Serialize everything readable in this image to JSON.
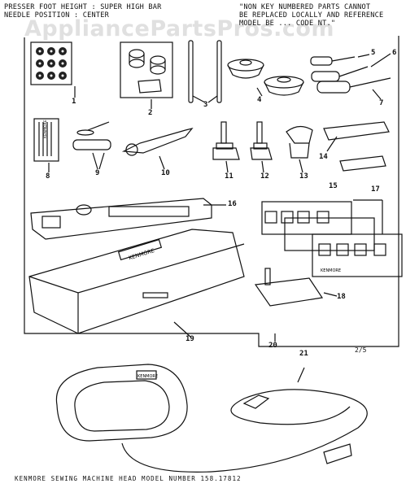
{
  "header": {
    "left_line1": "PRESSER FOOT HEIGHT : SUPER HIGH BAR",
    "left_line2": "NEEDLE POSITION : CENTER",
    "right_line1": "\"NON KEY NUMBERED PARTS CANNOT",
    "right_line2": "BE REPLACED LOCALLY AND REFERENCE",
    "right_line3": "MODEL BE    ...   CODE NT.\""
  },
  "watermark": "AppliancePartsPros.com",
  "footer": "KENMORE SEWING MACHINE HEAD  MODEL NUMBER  158.17812",
  "page_mark": "2/5",
  "product_labels": {
    "needle_pack": "KENMORE",
    "case_lid": "KENMORE",
    "attachment_cards": "KENMORE",
    "foot_control": "KENMORE"
  },
  "callouts": {
    "c1": "1",
    "c2": "2",
    "c3": "3",
    "c4": "4",
    "c5": "5",
    "c6": "6",
    "c7": "7",
    "c8": "8",
    "c9": "9",
    "c10": "10",
    "c11": "11",
    "c12": "12",
    "c13": "13",
    "c14": "14",
    "c15": "15",
    "c16": "16",
    "c17": "17",
    "c18": "18",
    "c19": "19",
    "c20": "20",
    "c21": "21"
  }
}
